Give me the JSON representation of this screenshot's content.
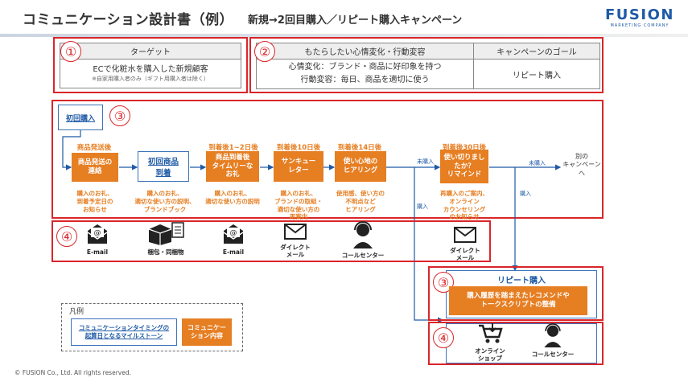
{
  "title": "コミュニケーション設計書（例）",
  "subtitle": "新規→2回目購入／リピート購入キャンペーン",
  "logo": {
    "main": "FUSION",
    "sub": "MARKETING COMPANY"
  },
  "numbers": {
    "n1": "①",
    "n2": "②",
    "n3": "③",
    "n4": "④"
  },
  "target": {
    "header": "ターゲット",
    "line1": "ECで化粧水を購入した新規顧客",
    "line2": "※自家用購入者のみ（ギフト用購入者は除く）"
  },
  "change": {
    "header": "もたらしたい心情変化・行動変容",
    "line1": "心情変化：ブランド・商品に好印象を持つ",
    "line2": "行動変容：毎日、商品を適切に使う"
  },
  "goal": {
    "header": "キャンペーンのゴール",
    "value": "リピート購入"
  },
  "flow": {
    "first_purchase": "初回購入",
    "steps": [
      {
        "label": "商品発送後",
        "box": "商品発送の\n連絡",
        "note": "購入のお礼、\n到着予定日の\nお知らせ"
      },
      {
        "label": "",
        "box": "初回商品\n到着",
        "note": "購入のお礼、\n適切な使い方の説明、\nブランドブック"
      },
      {
        "label": "到着後1~2日後",
        "box": "商品到着後\nタイムリーな\nお礼",
        "note": "購入のお礼、\n適切な使い方の説明"
      },
      {
        "label": "到着後10日後",
        "box": "サンキュー\nレター",
        "note": "購入のお礼、\nブランドの取組・\n適切な使い方の\n再案内"
      },
      {
        "label": "到着後14日後",
        "box": "使い心地の\nヒアリング",
        "note": "使用感、使い方の\n不明点など\nヒアリング"
      },
      {
        "label": "到着後30日後",
        "box": "使い切りまし\nたか？\nリマインド",
        "note": "再購入のご案内、\nオンライン\nカウンセリング\nのお知らせ"
      }
    ],
    "not_purchased_1": "未購入",
    "not_purchased_2": "未購入",
    "purchased_1": "購入",
    "purchased_2": "購入",
    "other_campaign": "別の\nキャンペーンへ"
  },
  "channels": [
    {
      "icon": "email-icon",
      "label": "E-mail"
    },
    {
      "icon": "package-icon",
      "label": "梱包・同梱物"
    },
    {
      "icon": "email-icon",
      "label": "E-mail"
    },
    {
      "icon": "mail-icon",
      "label": "ダイレクト\nメール"
    },
    {
      "icon": "call-center-icon",
      "label": "コールセンター"
    },
    {
      "icon": "mail-icon",
      "label": "ダイレクト\nメール"
    }
  ],
  "repeat": {
    "title": "リピート購入",
    "box": "購入履歴を踏まえたレコメンドや\nトークスクリプトの整備",
    "channels": [
      {
        "icon": "cart-icon",
        "label": "オンライン\nショップ"
      },
      {
        "icon": "call-center-icon",
        "label": "コールセンター"
      }
    ]
  },
  "legend": {
    "title": "凡例",
    "blue": "コミュニケーションタイミングの\n起算日となるマイルストーン",
    "orange": "コミュニケー\nション内容"
  },
  "footer": "© FUSION Co., Ltd. All rights reserved.",
  "colors": {
    "red": "#d9262a",
    "orange": "#e67e22",
    "blue": "#1f5aa6"
  }
}
